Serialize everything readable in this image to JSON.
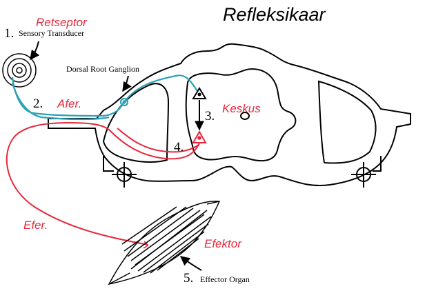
{
  "title": "Refleksikaar",
  "labels": {
    "retseptor": "Retseptor",
    "afer": "Afer.",
    "keskus": "Keskus",
    "efer": "Efer.",
    "efektor": "Efektor"
  },
  "annotations": {
    "sensory_transducer": "Sensory Transducer",
    "dorsal_root_ganglion": "Dorsal Root Ganglion",
    "effector_organ": "Effector Organ"
  },
  "numbers": {
    "n1": "1.",
    "n2": "2.",
    "n3": "3.",
    "n4": "4.",
    "n5": "5."
  },
  "colors": {
    "label_red": "#e8273c",
    "afferent": "#2aa1b5",
    "efferent": "#e8273c",
    "outline": "#000000"
  }
}
